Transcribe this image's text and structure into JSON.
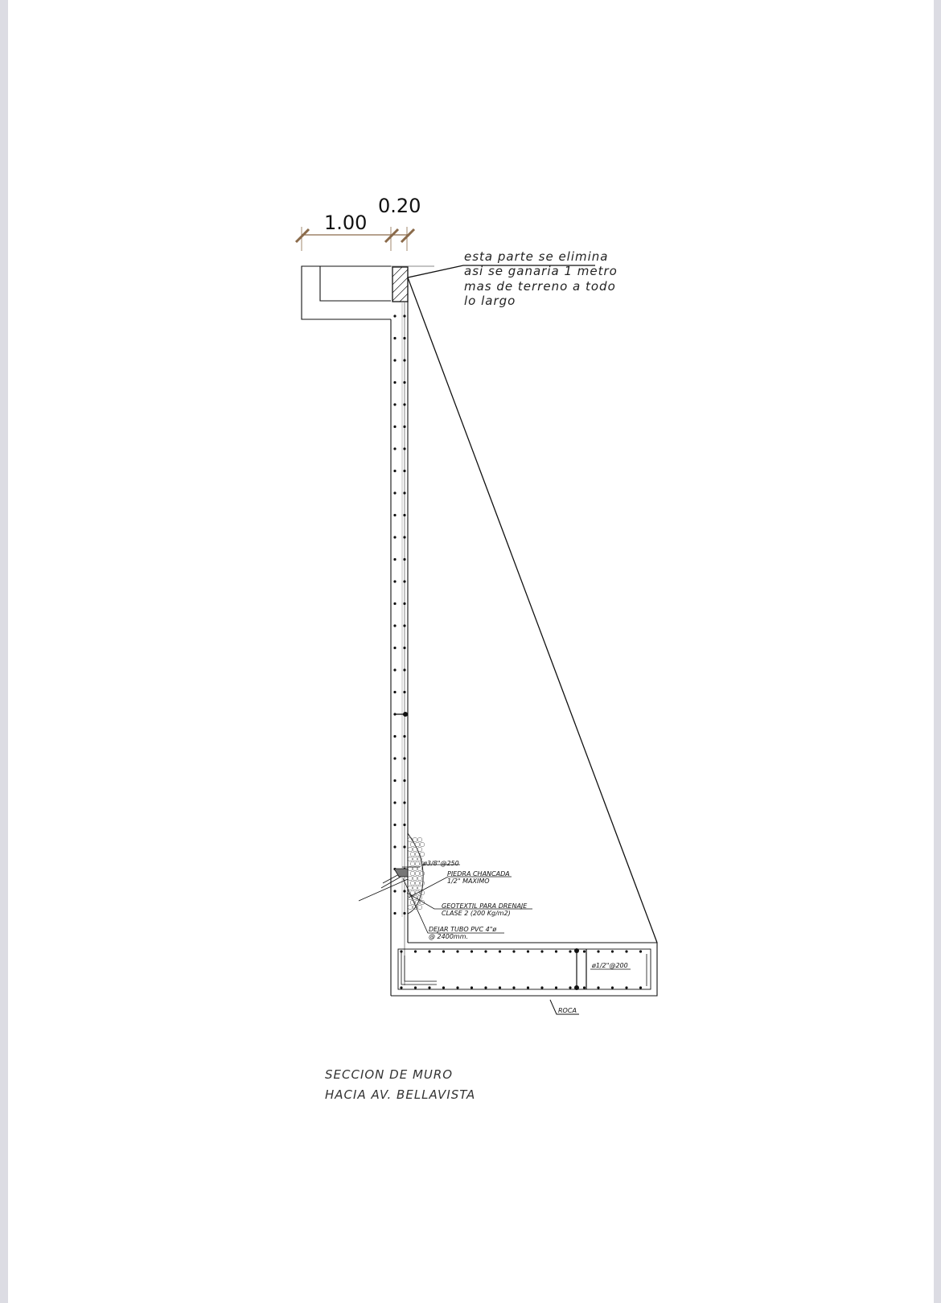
{
  "dimensions": {
    "dim1": "1.00",
    "dim2": "0.20"
  },
  "note": {
    "line1": "esta parte se elimina",
    "line2": "asi se ganaria 1 metro",
    "line3": "mas de terreno a todo",
    "line4": "lo largo"
  },
  "labels": {
    "rebar_wall": "ø3/8\"@250",
    "piedra1": "PIEDRA CHANCADA",
    "piedra2": "1/2\" MAXIMO",
    "geo1": "GEOTEXTIL PARA DRENAJE",
    "geo2": "CLASE 2 (200 Kg/m2)",
    "tubo1": "DEJAR TUBO PVC 4\"ø",
    "tubo2": "@ 2400mm.",
    "rebar_base": "ø1/2\"@200",
    "roca": "ROCA"
  },
  "title": {
    "line1": "SECCION DE MURO",
    "line2": "HACIA AV. BELLAVISTA"
  },
  "colors": {
    "dimension": "#8a6a4a",
    "line": "#111111"
  }
}
